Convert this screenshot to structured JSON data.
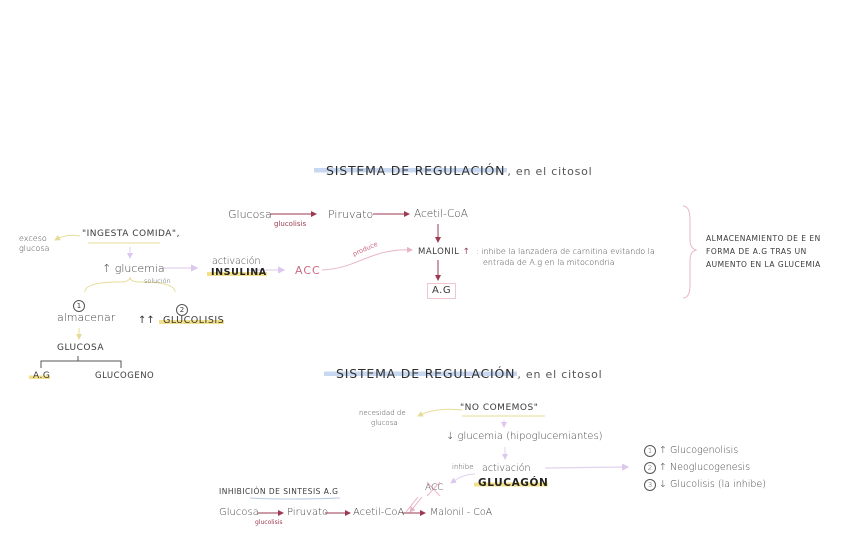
{
  "section1": {
    "title": "SISTEMA DE REGULACIÓN",
    "subtitle": ", en el citosol",
    "pathway": {
      "glucosa": "Glucosa",
      "glucolisis_label": "glucolisis",
      "piruvato": "Piruvato",
      "acetil_coa": "Acetil-CoA",
      "malonil": "MALONIL",
      "malonil_arrow": "↑",
      "malonil_note_line1": ": inhibe la lanzadera de carnitina evitando la",
      "malonil_note_line2": "entrada de A.g en la mitocondria",
      "ag_box": "A.G",
      "producto_label": "produce",
      "acc": "ACC"
    },
    "left": {
      "exceso_line1": "exceso",
      "exceso_line2": "glucosa",
      "ingesta": "\"INGESTA COMIDA\",",
      "glucemia": "↑ glucemia",
      "solucion": "solución",
      "activacion": "activación",
      "insulina": "INSULINA",
      "option1_num": "1",
      "option1": "almacenar",
      "option2_num": "2",
      "option2_arrows": "↑↑",
      "option2": "GLUCOLISIS",
      "glucosa_caps": "GLUCOSA",
      "branch_ag": "A.G",
      "branch_glucogeno": "GLUCOGENO"
    },
    "side_note": {
      "line1": "ALMACENAMIENTO DE E EN",
      "line2": "FORMA DE A.G TRAS UN",
      "line3": "AUMENTO EN LA GLUCEMIA"
    }
  },
  "section2": {
    "title": "SISTEMA DE REGULACIÓN",
    "subtitle": ", en el citosol",
    "necesidad_line1": "necesidad de",
    "necesidad_line2": "glucosa",
    "no_comemos": "\"NO COMEMOS\"",
    "glucemia": "↓ glucemia (hipoglucemiantes)",
    "inhibe": "inhibe",
    "activacion": "activación",
    "glucagon": "GLUCAGÓN",
    "acc": "ACC",
    "effects": [
      {
        "num": "1",
        "arrow": "↑",
        "text": "Glucogenolisis"
      },
      {
        "num": "2",
        "arrow": "↑",
        "text": "Neoglucogenesis"
      },
      {
        "num": "3",
        "arrow": "↓",
        "text": "Glucolisis (la inhibe)"
      }
    ],
    "inhibicion_title": "INHIBICIÓN DE SINTESIS A.G",
    "pathway": {
      "glucosa": "Glucosa",
      "glucolisis_label": "glucolisis",
      "piruvato": "Piruvato",
      "acetil_coa": "Acetil-CoA",
      "malonil_coa": "Malonil - CoA"
    }
  },
  "colors": {
    "arrow_red": "#9c3a52",
    "arrow_pink": "#e8b4c2",
    "arrow_lilac": "#e2d2ef",
    "highlight_yellow": "#f3e08a",
    "highlight_blue": "#c8d8f0",
    "brace_yellow": "#e8e0a0"
  }
}
